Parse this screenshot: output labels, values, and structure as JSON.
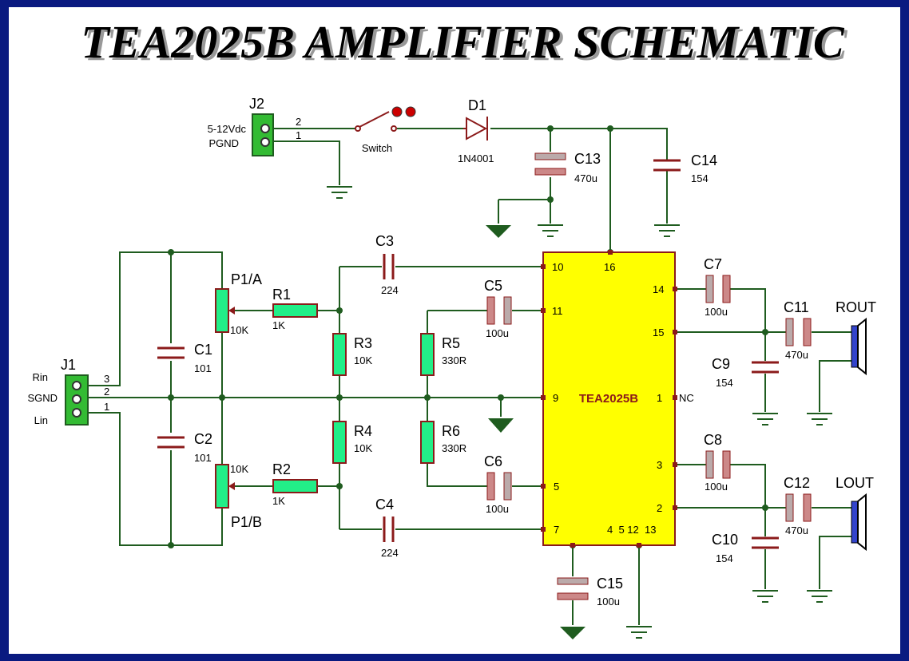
{
  "title": "TEA2025B  AMPLIFIER  SCHEMATIC",
  "colors": {
    "frame_outer": "#0a1a80",
    "frame_inner": "#ffffff",
    "wire": "#1f5c1f",
    "component": "#8b1a1a",
    "ic_fill": "#ffff00",
    "ic_label": "#8b1a1a",
    "connector": "#33bb33",
    "resistor_fill": "#22ee88",
    "speaker": "#3344cc",
    "cap_plate": "#bbaaaa"
  },
  "labels": {
    "j2": "J2",
    "j2_power": "5-12Vdc",
    "j2_gnd": "PGND",
    "j2_pin2": "2",
    "j2_pin1": "1",
    "switch": "Switch",
    "d1": "D1",
    "d1_part": "1N4001",
    "c13": "C13",
    "c13_val": "470u",
    "c14": "C14",
    "c14_val": "154",
    "c3": "C3",
    "c3_val": "224",
    "c4": "C4",
    "c4_val": "224",
    "c5": "C5",
    "c5_val": "100u",
    "c6": "C6",
    "c6_val": "100u",
    "c1": "C1",
    "c1_val": "101",
    "c2": "C2",
    "c2_val": "101",
    "p1a": "P1/A",
    "p1a_val": "10K",
    "p1b": "P1/B",
    "p1b_val": "10K",
    "r1": "R1",
    "r1_val": "1K",
    "r2": "R2",
    "r2_val": "1K",
    "r3": "R3",
    "r3_val": "10K",
    "r4": "R4",
    "r4_val": "10K",
    "r5": "R5",
    "r5_val": "330R",
    "r6": "R6",
    "r6_val": "330R",
    "j1": "J1",
    "j1_rin": "Rin",
    "j1_sgnd": "SGND",
    "j1_lin": "Lin",
    "j1_pin3": "3",
    "j1_pin2": "2",
    "j1_pin1": "1",
    "ic_name": "TEA2025B",
    "pin10": "10",
    "pin16": "16",
    "pin11": "11",
    "pin14": "14",
    "pin15": "15",
    "pin9": "9",
    "pin1": "1",
    "nc": "NC",
    "pin3": "3",
    "pin5": "5",
    "pin2": "2",
    "pin7": "7",
    "pins_bottom": "4  5 12  13",
    "c7": "C7",
    "c7_val": "100u",
    "c8": "C8",
    "c8_val": "100u",
    "c9": "C9",
    "c9_val": "154",
    "c10": "C10",
    "c10_val": "154",
    "c11": "C11",
    "c11_val": "470u",
    "c12": "C12",
    "c12_val": "470u",
    "rout": "ROUT",
    "lout": "LOUT",
    "c15": "C15",
    "c15_val": "100u"
  }
}
